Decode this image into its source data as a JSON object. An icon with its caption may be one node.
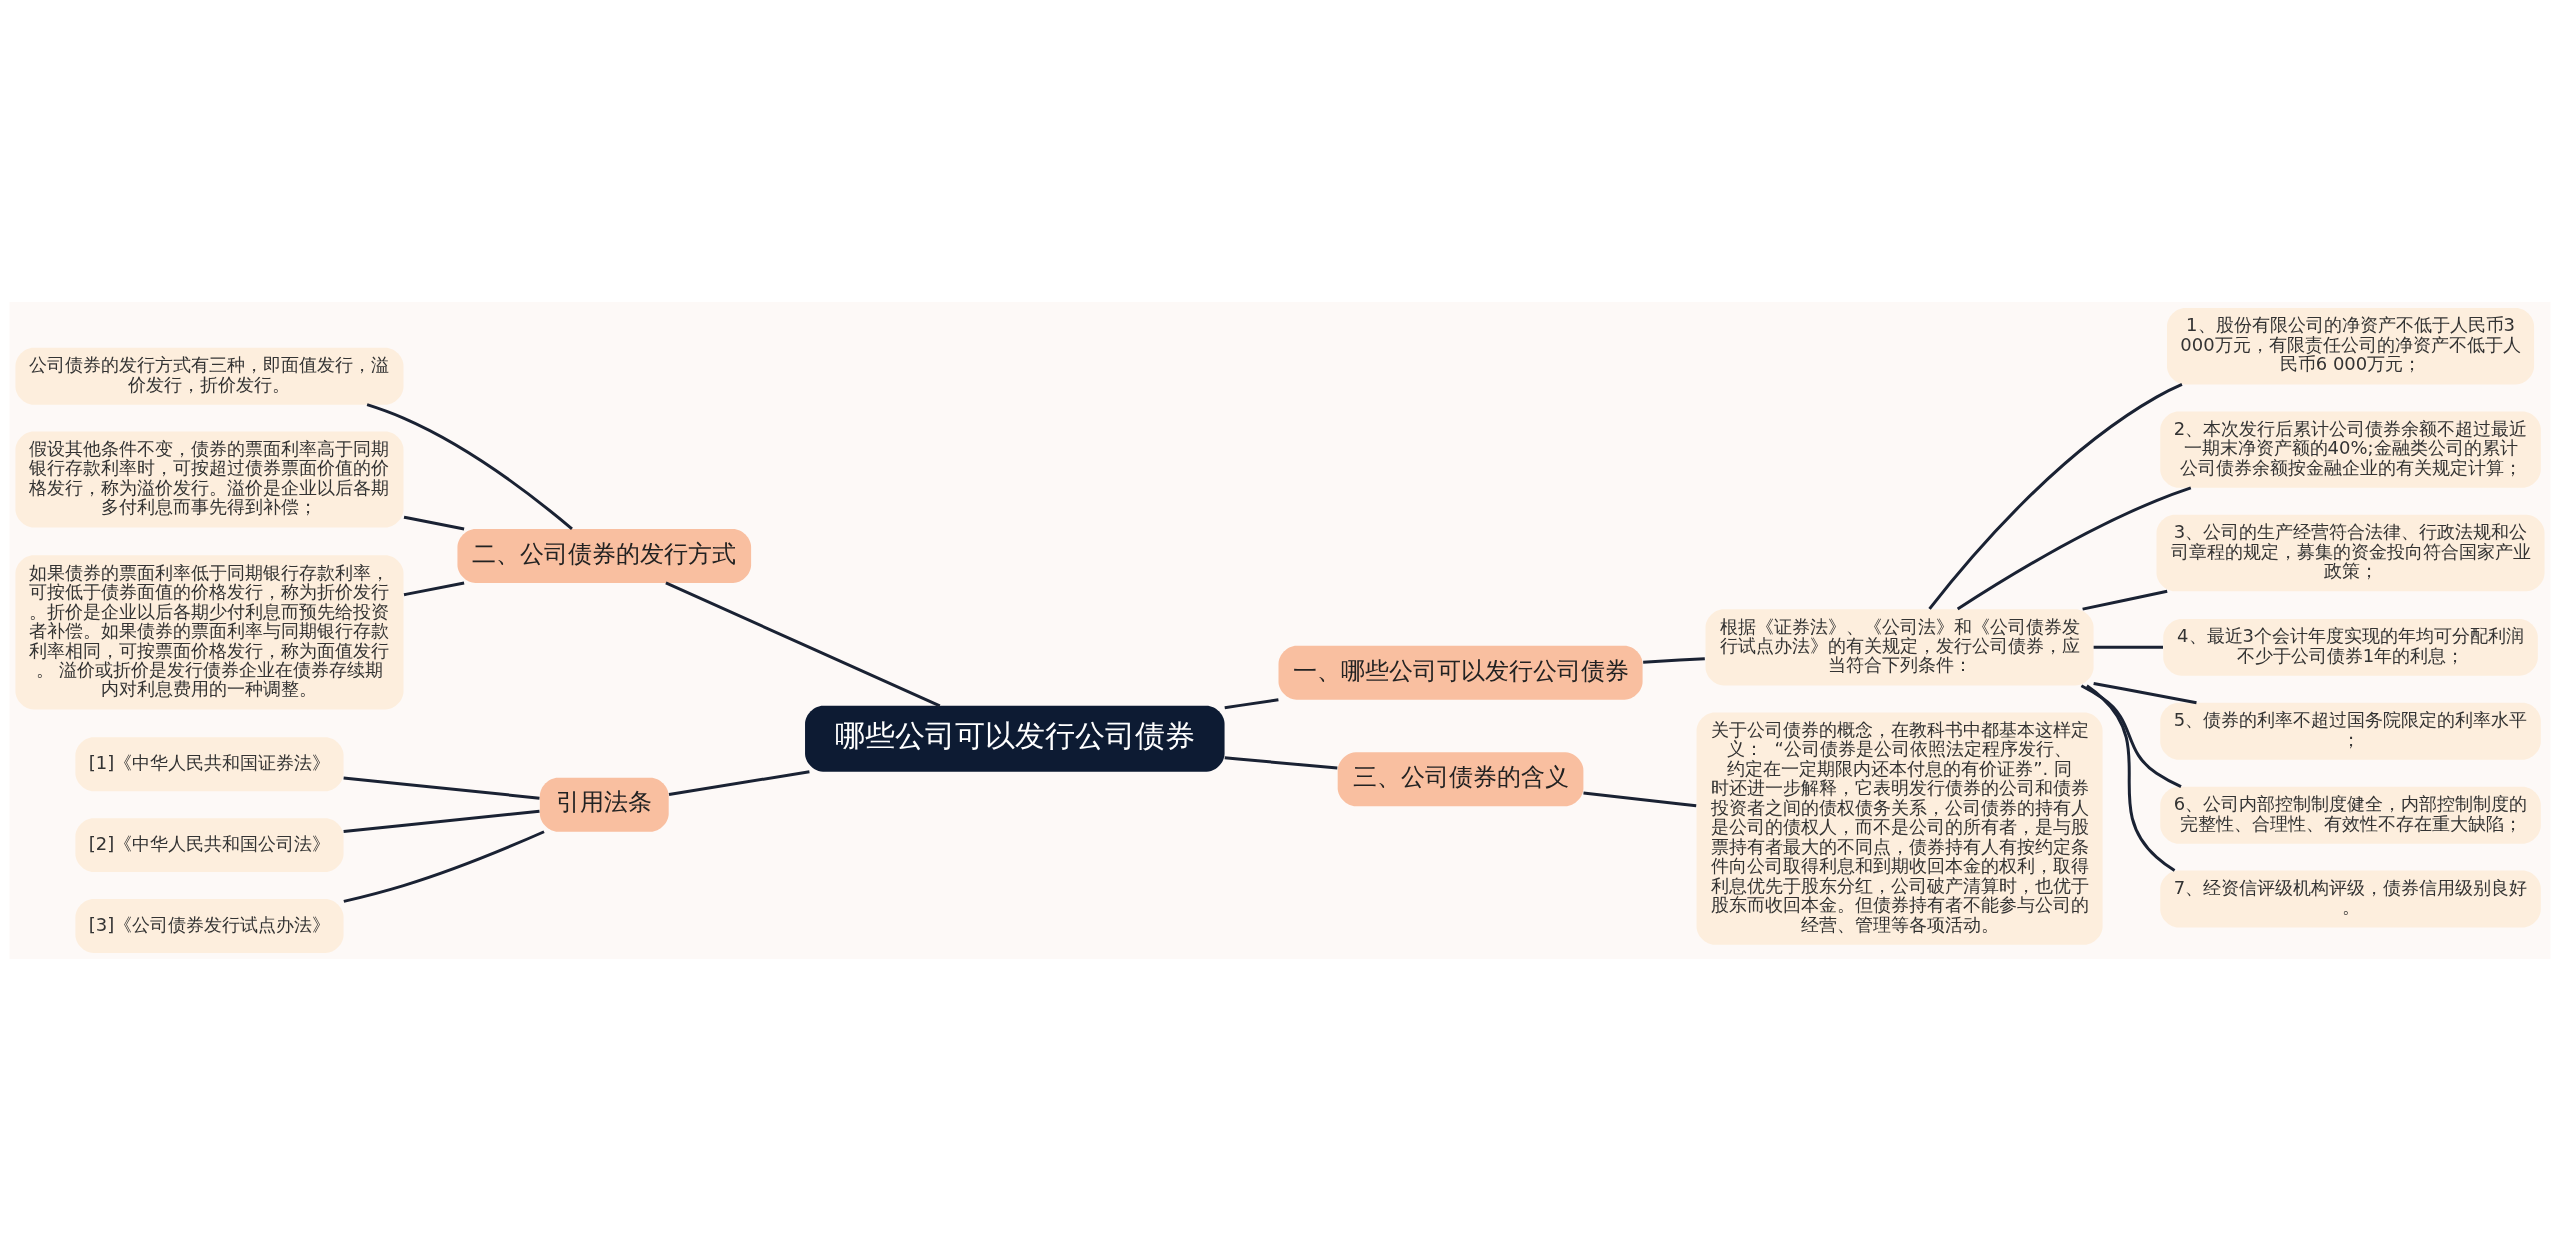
{
  "diagram": {
    "nodes": [
      {
        "text": [
          "哪些公司可以发行公司债券"
        ]
      },
      {
        "text": [
          "二、公司债券的发行方式"
        ]
      },
      {
        "text": [
          "公司债券的发行方式有三种，即面值发行，溢价发行，折价发行。"
        ]
      },
      {
        "text": [
          "假设其他条件不变，债券的票面利率高于同期银行存款利率时，可按超过债券票面价值的价格发行，称为溢价发行。溢价是企业以后各期多付利息而事先得到补偿；"
        ]
      },
      {
        "text": [
          "如果债券的票面利率低于同期银行存款利率，可按低于债券面值的价格发行，称为折价发行。折价是企业以后各期少付利息而预先给投资者补偿。如果债券的票面利率与同期银行存款利率相同，可按票面价格发行，称为面值发行。 溢价或折价是发行债券企业在债券存续期内对利息费用的一种调整。"
        ]
      },
      {
        "text": [
          "引用法条"
        ]
      },
      {
        "text": [
          "[1]《中华人民共和国证券法》"
        ]
      },
      {
        "text": [
          "[2]《中华人民共和国公司法》"
        ]
      },
      {
        "text": [
          "[3]《公司债券发行试点办法》"
        ]
      },
      {
        "text": [
          "一、哪些公司可以发行公司债券"
        ]
      },
      {
        "text": [
          "根据《证券法》、《公司法》和《公司债券发行试点办法》的有关规定，发行公司债券，应当符合下列条件："
        ]
      },
      {
        "text": [
          "1、股份有限公司的净资产不低于人民币3 000万元，有限责任公司的净资产不低于人民币6 000万元；"
        ]
      },
      {
        "text": [
          "2、本次发行后累计公司债券余额不超过最近一期末净资产额的40%;金融类公司的累计公司债券余额按金融企业的有关规定计算；"
        ]
      },
      {
        "text": [
          "3、公司的生产经营符合法律、行政法规和公司章程的规定，募集的资金投向符合国家产业政策；"
        ]
      },
      {
        "text": [
          "4、最近3个会计年度实现的年均可分配利润不少于公司债券1年的利息；"
        ]
      },
      {
        "text": [
          "5、债券的利率不超过国务院限定的利率水平；"
        ]
      },
      {
        "text": [
          "6、公司内部控制制度健全，内部控制制度的完整性、合理性、有效性不存在重大缺陷；"
        ]
      },
      {
        "text": [
          "7、经资信评级机构评级，债券信用级别良好。"
        ]
      },
      {
        "text": [
          "三、公司债券的含义"
        ]
      },
      {
        "text": [
          "关于公司债券的概念，在教科书中都基本这样定义：  “公司债券是公司依照法定程序发行、约定在一定期限内还本付息的有价证券”. 同时还进一步解释，它表明发行债券的公司和债券投资者之间的债权债务关系，公司债券的持有人是公司的债权人，而不是公司的所有者，是与股票持有者最大的不同点，债券持有人有按约定条件向公司取得利息和到期收回本金的权利，取得利息优先于股东分红，公司破产清算时，也优于股东而收回本金。但债券持有者不能参与公司的经营、管理等各项活动。"
        ]
      }
    ],
    "edges": [
      {
        "from": 0,
        "to": 1,
        "arrow": "none"
      },
      {
        "from": 1,
        "to": 2,
        "arrow": "none"
      },
      {
        "from": 1,
        "to": 3,
        "arrow": "none"
      },
      {
        "from": 1,
        "to": 4,
        "arrow": "none"
      },
      {
        "from": 0,
        "to": 5,
        "arrow": "none"
      },
      {
        "from": 5,
        "to": 6,
        "arrow": "none"
      },
      {
        "from": 5,
        "to": 7,
        "arrow": "none"
      },
      {
        "from": 5,
        "to": 8,
        "arrow": "none"
      },
      {
        "from": 0,
        "to": 9,
        "arrow": "none"
      },
      {
        "from": 9,
        "to": 10,
        "arrow": "none"
      },
      {
        "from": 10,
        "to": 11,
        "arrow": "none"
      },
      {
        "from": 10,
        "to": 12,
        "arrow": "none"
      },
      {
        "from": 10,
        "to": 13,
        "arrow": "none"
      },
      {
        "from": 10,
        "to": 14,
        "arrow": "none"
      },
      {
        "from": 10,
        "to": 15,
        "arrow": "none"
      },
      {
        "from": 10,
        "to": 16,
        "arrow": "none"
      },
      {
        "from": 10,
        "to": 17,
        "arrow": "none"
      },
      {
        "from": 0,
        "to": 18,
        "arrow": "none"
      },
      {
        "from": 18,
        "to": 19,
        "arrow": "none"
      }
    ]
  }
}
